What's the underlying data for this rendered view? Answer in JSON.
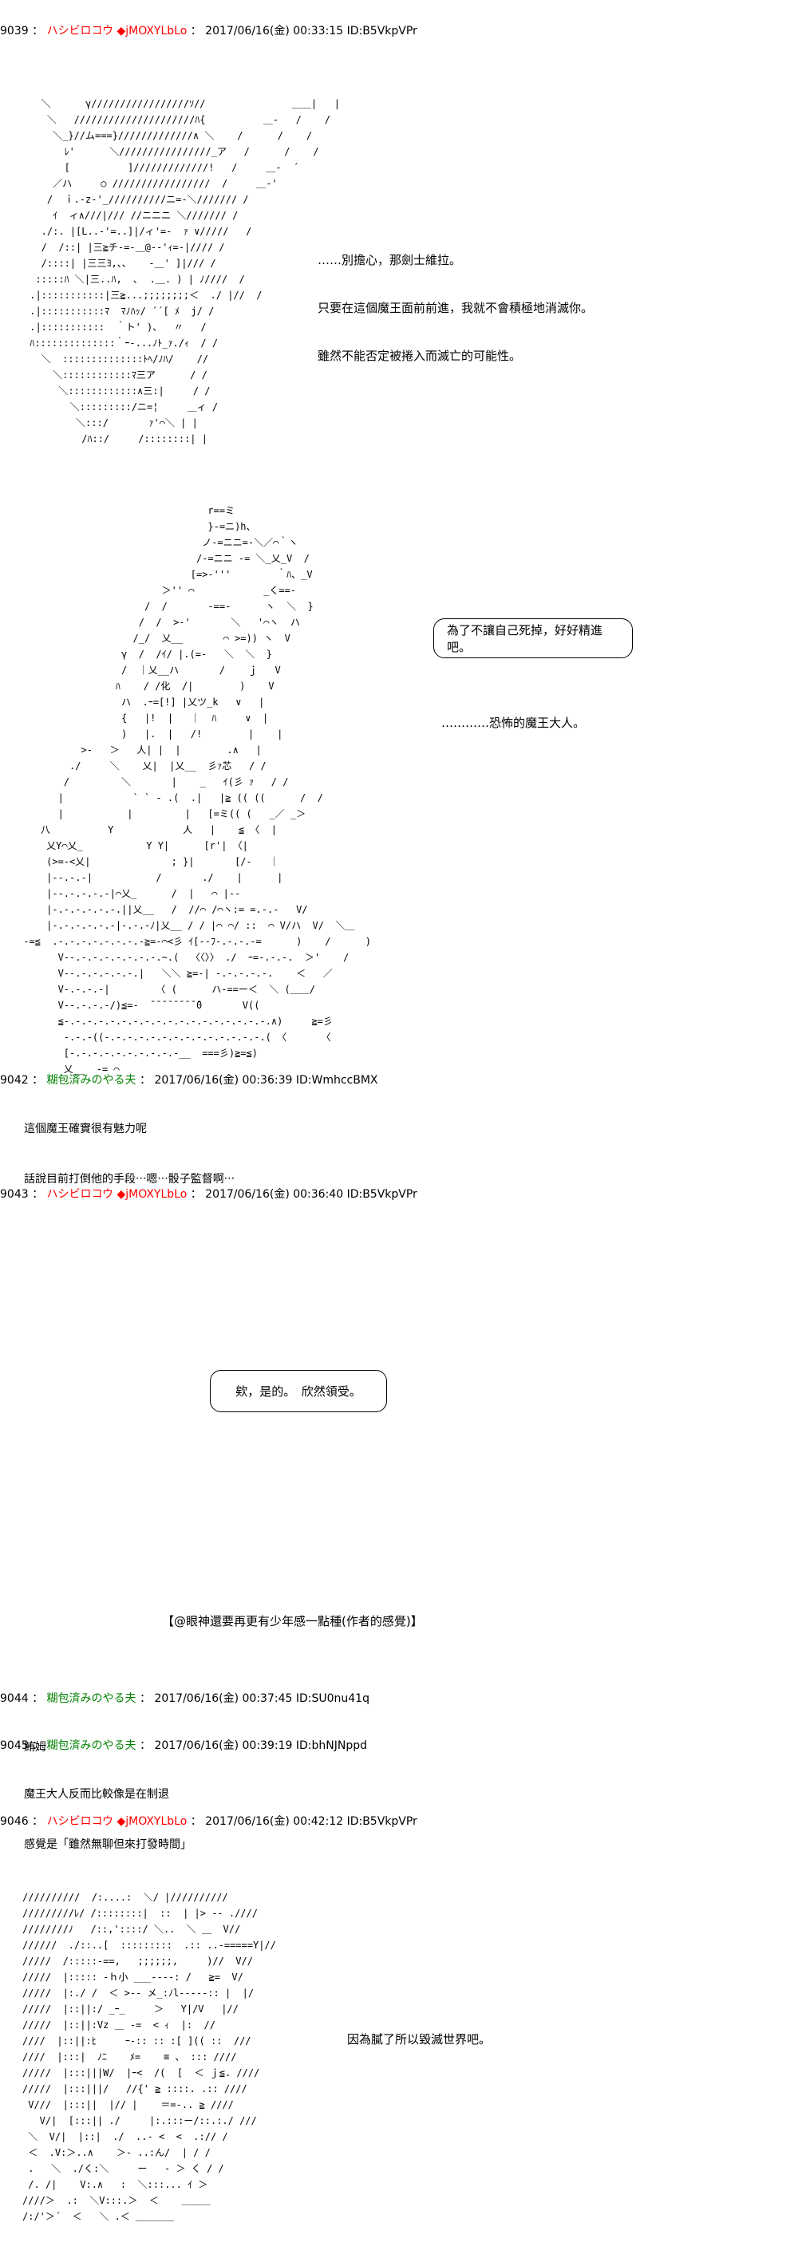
{
  "posts": [
    {
      "num": "9039",
      "name": "ハシビロコウ",
      "trip": "◆jMOXYLbLo",
      "date": "2017/06/16(金) 00:33:15",
      "id": "ID:B5VkpVPr"
    },
    {
      "num": "9042",
      "name": "糊包済みのやる夫",
      "date": "2017/06/16(金) 00:36:39",
      "id": "ID:WmhccBMX",
      "body": [
        "這個魔王確實很有魅力呢",
        "話說目前打倒他的手段‧‧‧嗯‧‧‧骰子監督啊‧‧‧"
      ]
    },
    {
      "num": "9043",
      "name": "ハシビロコウ",
      "trip": "◆jMOXYLbLo",
      "date": "2017/06/16(金) 00:36:40",
      "id": "ID:B5VkpVPr"
    },
    {
      "num": "9044",
      "name": "糊包済みのやる夫",
      "date": "2017/06/16(金) 00:37:45",
      "id": "ID:SU0nu41q",
      "body": [
        "鮪姆"
      ]
    },
    {
      "num": "9045",
      "name": "糊包済みのやる夫",
      "date": "2017/06/16(金) 00:39:19",
      "id": "ID:bhNJNppd",
      "body": [
        "魔王大人反而比較像是在制退",
        "感覺是「雖然無聊但來打發時間」"
      ]
    },
    {
      "num": "9046",
      "name": "ハシビロコウ",
      "trip": "◆jMOXYLbLo",
      "date": "2017/06/16(金) 00:42:12",
      "id": "ID:B5VkpVPr"
    }
  ],
  "scene1": {
    "lines": [
      "……別擔心，那劍士維拉。",
      "只要在這個魔王面前前進，我就不會積極地消滅你。",
      "雖然不能否定被捲入而滅亡的可能性。"
    ]
  },
  "scene2": {
    "bubble": "為了不讓自己死掉，好好精進吧。",
    "caption": "…………恐怖的魔王大人。"
  },
  "scene3": {
    "bubble": "欸，是的。　欣然領受。",
    "note": "【@眼神還要再更有少年感一點種(作者的感覺)】"
  },
  "scene4": {
    "caption": "因為膩了所以毀滅世界吧。"
  },
  "sep": "："
}
